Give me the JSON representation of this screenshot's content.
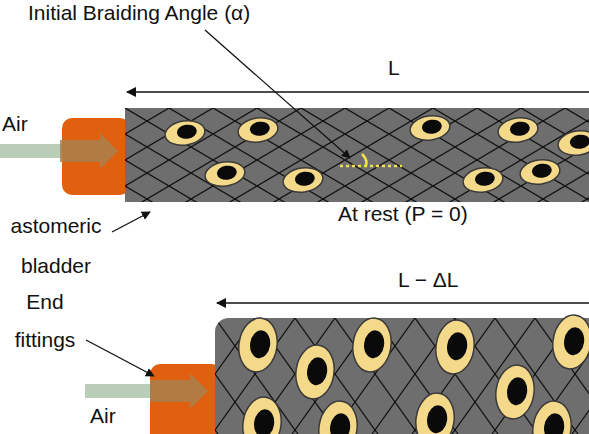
{
  "diagram": {
    "labels": [
      "Initial Braiding Angle (α)",
      "L",
      "Air",
      "astomeric bladder",
      "At rest (P = 0)",
      "L − ΔL",
      "End fittings",
      "Air"
    ]
  }
}
